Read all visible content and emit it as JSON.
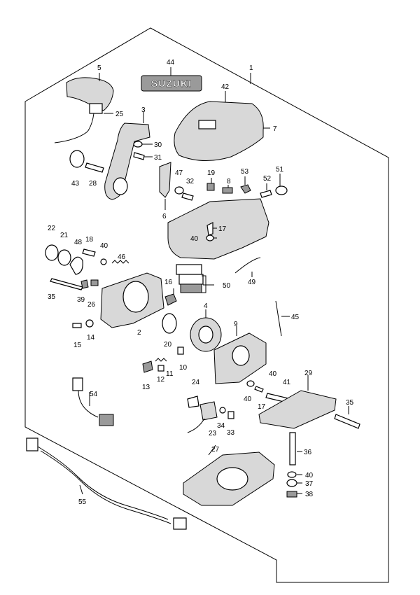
{
  "brand_badge": "SUZUKI",
  "callouts": [
    {
      "id": "c1",
      "text": "1"
    },
    {
      "id": "c2",
      "text": "2"
    },
    {
      "id": "c3",
      "text": "3"
    },
    {
      "id": "c4",
      "text": "4"
    },
    {
      "id": "c5",
      "text": "5"
    },
    {
      "id": "c6",
      "text": "6"
    },
    {
      "id": "c7",
      "text": "7"
    },
    {
      "id": "c8",
      "text": "8"
    },
    {
      "id": "c9",
      "text": "9"
    },
    {
      "id": "c10",
      "text": "10"
    },
    {
      "id": "c11",
      "text": "11"
    },
    {
      "id": "c12",
      "text": "12"
    },
    {
      "id": "c13",
      "text": "13"
    },
    {
      "id": "c14",
      "text": "14"
    },
    {
      "id": "c15",
      "text": "15"
    },
    {
      "id": "c16",
      "text": "16"
    },
    {
      "id": "c17a",
      "text": "17"
    },
    {
      "id": "c17b",
      "text": "17"
    },
    {
      "id": "c18",
      "text": "18"
    },
    {
      "id": "c19",
      "text": "19"
    },
    {
      "id": "c20",
      "text": "20"
    },
    {
      "id": "c21",
      "text": "21"
    },
    {
      "id": "c22",
      "text": "22"
    },
    {
      "id": "c23",
      "text": "23"
    },
    {
      "id": "c24",
      "text": "24"
    },
    {
      "id": "c25",
      "text": "25"
    },
    {
      "id": "c26",
      "text": "26"
    },
    {
      "id": "c27",
      "text": "27"
    },
    {
      "id": "c28",
      "text": "28"
    },
    {
      "id": "c29",
      "text": "29"
    },
    {
      "id": "c30",
      "text": "30"
    },
    {
      "id": "c31",
      "text": "31"
    },
    {
      "id": "c32",
      "text": "32"
    },
    {
      "id": "c33",
      "text": "33"
    },
    {
      "id": "c34",
      "text": "34"
    },
    {
      "id": "c35a",
      "text": "35"
    },
    {
      "id": "c35b",
      "text": "35"
    },
    {
      "id": "c36",
      "text": "36"
    },
    {
      "id": "c37",
      "text": "37"
    },
    {
      "id": "c38",
      "text": "38"
    },
    {
      "id": "c39",
      "text": "39"
    },
    {
      "id": "c40a",
      "text": "40"
    },
    {
      "id": "c40b",
      "text": "40"
    },
    {
      "id": "c40c",
      "text": "40"
    },
    {
      "id": "c40d",
      "text": "40"
    },
    {
      "id": "c40e",
      "text": "40"
    },
    {
      "id": "c41",
      "text": "41"
    },
    {
      "id": "c42",
      "text": "42"
    },
    {
      "id": "c43",
      "text": "43"
    },
    {
      "id": "c44",
      "text": "44"
    },
    {
      "id": "c45",
      "text": "45"
    },
    {
      "id": "c46",
      "text": "46"
    },
    {
      "id": "c47",
      "text": "47"
    },
    {
      "id": "c48",
      "text": "48"
    },
    {
      "id": "c49",
      "text": "49"
    },
    {
      "id": "c50",
      "text": "50"
    },
    {
      "id": "c51",
      "text": "51"
    },
    {
      "id": "c52",
      "text": "52"
    },
    {
      "id": "c53",
      "text": "53"
    },
    {
      "id": "c54",
      "text": "54"
    },
    {
      "id": "c55",
      "text": "55"
    }
  ]
}
